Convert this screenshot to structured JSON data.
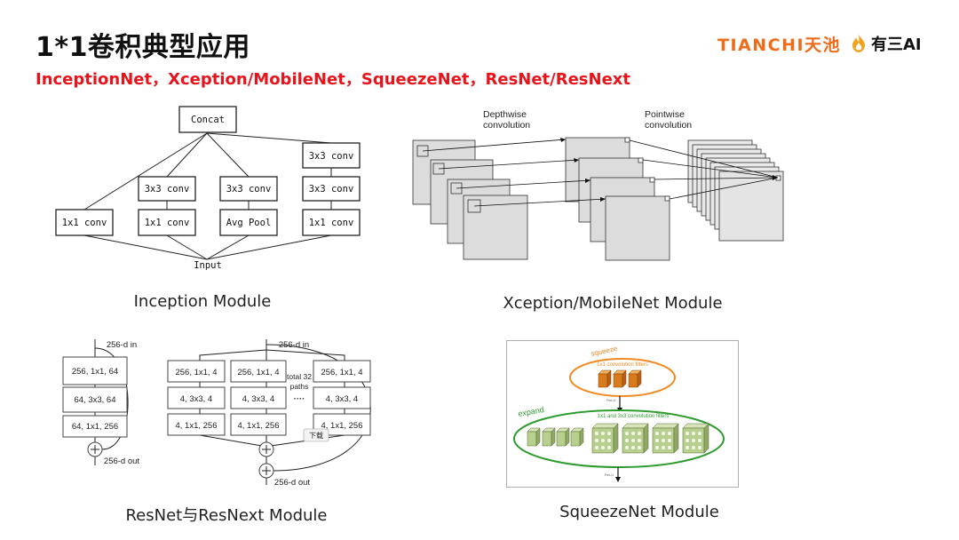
{
  "header": {
    "title": "1*1卷积典型应用",
    "subtitle": "InceptionNet，Xception/MobileNet，SqueezeNet，ResNet/ResNext",
    "logo_tianchi": "TIANCHI天池",
    "logo_yousan": "有三AI"
  },
  "colors": {
    "accent_red": "#e8141c",
    "tianchi_orange": "#ef6c1b",
    "squeeze_orange": "#f08a24",
    "expand_green": "#2e9b2e"
  },
  "inception": {
    "caption": "Inception Module",
    "concat": "Concat",
    "input": "Input",
    "boxes": {
      "b1": "1x1 conv",
      "b2a": "3x3 conv",
      "b2b": "1x1 conv",
      "b3a": "3x3 conv",
      "b3b": "Avg Pool",
      "b4a": "3x3 conv",
      "b4b": "3x3 conv",
      "b4c": "1x1 conv"
    }
  },
  "xception": {
    "caption": "Xception/MobileNet Module",
    "depthwise": [
      "Depthwise",
      "convolution"
    ],
    "pointwise": [
      "Pointwise",
      "convolution"
    ]
  },
  "resnet": {
    "caption": "ResNet与ResNext Module",
    "left": {
      "in": "256-d in",
      "out": "256-d out",
      "layers": [
        "256, 1x1, 64",
        "64, 3x3, 64",
        "64, 1x1, 256"
      ]
    },
    "right": {
      "in": "256-d in",
      "out": "256-d out",
      "path1": [
        "256, 1x1, 4",
        "4, 3x3, 4",
        "4, 1x1, 256"
      ],
      "path2": [
        "256, 1x1, 4",
        "4, 3x3, 4",
        "4, 1x1, 256"
      ],
      "path3": [
        "256, 1x1, 4",
        "4, 3x3, 4",
        "4, 1x1, 256"
      ],
      "total": [
        "total 32",
        "paths"
      ],
      "dots": "····",
      "tooltip": "下载"
    }
  },
  "squeezenet": {
    "caption": "SqueezeNet Module",
    "squeeze": "squeeze",
    "squeeze_filters": "1x1 convolution filters",
    "expand": "expand",
    "expand_filters": "1x1 and 3x3 convolution filters",
    "relu_top": "ReLU",
    "relu_bottom": "ReLU"
  }
}
